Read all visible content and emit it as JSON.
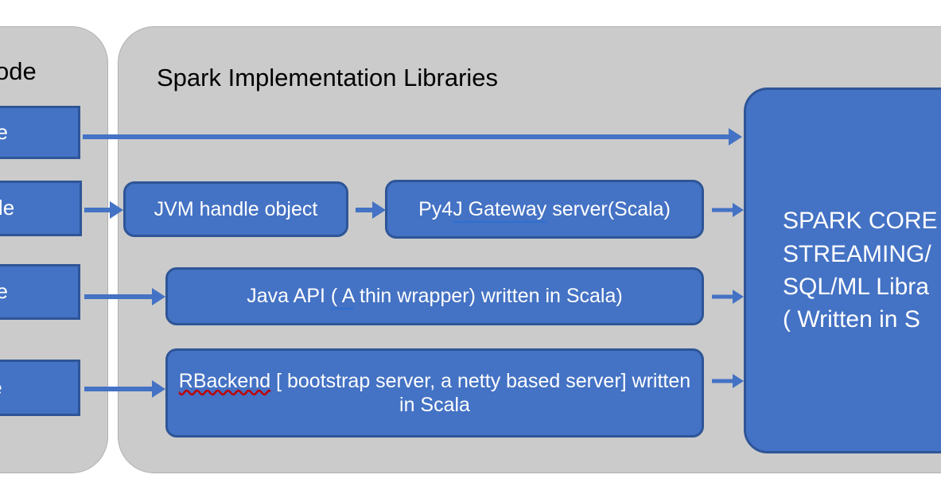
{
  "diagram": {
    "title_visible_fragment": "ode",
    "background_color": "#ffffff",
    "panel_color": "#cbcbcb",
    "box_fill_color": "#4472c4",
    "box_border_color": "#2e5597",
    "arrow_color": "#4472c4",
    "text_color_on_box": "#ffffff"
  },
  "left_panel": {
    "title": "ode",
    "boxes": [
      {
        "label": "de"
      },
      {
        "label": "ode"
      },
      {
        "label": "de"
      },
      {
        "label": "e"
      }
    ]
  },
  "center_panel": {
    "title": "Spark Implementation Libraries",
    "boxes": [
      {
        "label": "JVM handle object"
      },
      {
        "label_parts": [
          {
            "text": "Py4",
            "underline": "none"
          },
          {
            "text": "J  Gateway",
            "underline": "blue"
          },
          {
            "text": " server(Scala)",
            "underline": "none"
          }
        ],
        "label": "Py4J  Gateway server(Scala)"
      },
      {
        "label_parts": [
          {
            "text": "Java API ",
            "underline": "none"
          },
          {
            "text": "( A",
            "underline": "blue"
          },
          {
            "text": " thin wrapper) written in Scala)",
            "underline": "none"
          }
        ],
        "label": "Java API ( A thin wrapper) written in Scala)"
      },
      {
        "label_parts": [
          {
            "text": "RBackend",
            "underline": "red-wavy"
          },
          {
            "text": " [ bootstrap server, a netty based server] written in Scala",
            "underline": "none"
          }
        ],
        "label": "RBackend [ bootstrap server, a netty based server] written in Scala"
      }
    ]
  },
  "right_box": {
    "lines": [
      "SPARK CORE",
      "STREAMING/",
      "SQL/ML Libra",
      "( Written in S"
    ],
    "truncated": true
  },
  "arrows": [
    {
      "name": "arrow-row1-to-core",
      "from": "left-box-1",
      "to": "spark-core-box"
    },
    {
      "name": "arrow-row2-to-jvm-handle",
      "from": "left-box-2",
      "to": "jvm-handle-object"
    },
    {
      "name": "arrow-jvm-handle-to-py4j",
      "from": "jvm-handle-object",
      "to": "py4j-gateway-server"
    },
    {
      "name": "arrow-py4j-to-core",
      "from": "py4j-gateway-server",
      "to": "spark-core-box"
    },
    {
      "name": "arrow-row3-to-java-api",
      "from": "left-box-3",
      "to": "java-api"
    },
    {
      "name": "arrow-java-api-to-core",
      "from": "java-api",
      "to": "spark-core-box"
    },
    {
      "name": "arrow-row4-to-rbackend",
      "from": "left-box-4",
      "to": "rbackend"
    },
    {
      "name": "arrow-rbackend-to-core",
      "from": "rbackend",
      "to": "spark-core-box"
    }
  ]
}
